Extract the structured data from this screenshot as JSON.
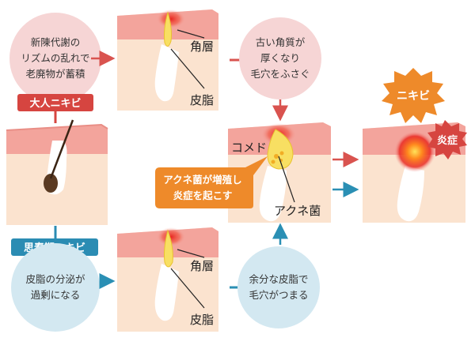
{
  "colors": {
    "skin_top": "#f3a49c",
    "skin_top_dark": "#e98e86",
    "skin_body": "#fbe3cf",
    "pink_bubble": "#f6d5d5",
    "blue_bubble": "#d3e8f1",
    "red_arrow": "#d9534f",
    "blue_arrow": "#2a8fb4",
    "orange_callout": "#ee8a2a",
    "tag_red": "#d64540",
    "tag_blue": "#2b8cb3"
  },
  "adult": {
    "tag": "大人ニキビ",
    "bubble_lines": [
      "新陳代謝の",
      "リズムの乱れで",
      "老廃物が蓄積"
    ]
  },
  "teen": {
    "tag": "思春期ニキビ",
    "bubble_lines": [
      "皮脂の分泌が",
      "過剰になる"
    ]
  },
  "top_panel": {
    "label_horny": "角層",
    "label_sebum": "皮脂"
  },
  "bottom_panel": {
    "label_horny": "角層",
    "label_sebum": "皮脂"
  },
  "pink_right_bubble_lines": [
    "古い角質が",
    "厚くなり",
    "毛穴をふさぐ"
  ],
  "blue_right_bubble_lines": [
    "余分な皮脂で",
    "毛穴がつまる"
  ],
  "center_panel": {
    "label_comedo": "コメド",
    "label_acne_bacteria": "アクネ菌",
    "callout_lines": [
      "アクネ菌が増殖し",
      "炎症を起こす"
    ]
  },
  "result": {
    "badge": "ニキビ",
    "inflammation": "炎症"
  }
}
